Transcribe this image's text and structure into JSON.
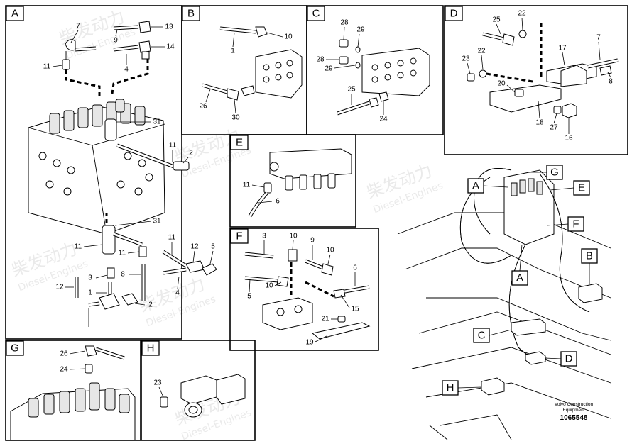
{
  "panels": [
    {
      "letter": "A"
    },
    {
      "letter": "B"
    },
    {
      "letter": "C"
    },
    {
      "letter": "D"
    },
    {
      "letter": "E"
    },
    {
      "letter": "F"
    },
    {
      "letter": "G"
    },
    {
      "letter": "H"
    }
  ],
  "callouts": {
    "A": [
      "7",
      "13",
      "9",
      "14",
      "11",
      "4",
      "31",
      "11",
      "2",
      "31",
      "11",
      "11",
      "12",
      "5",
      "11",
      "3",
      "8",
      "12",
      "1",
      "2",
      "4"
    ],
    "B": [
      "10",
      "1",
      "26",
      "30"
    ],
    "C": [
      "28",
      "29",
      "28",
      "29",
      "25",
      "24"
    ],
    "D": [
      "25",
      "22",
      "7",
      "17",
      "23",
      "22",
      "8",
      "20",
      "18",
      "27",
      "16"
    ],
    "E": [
      "11",
      "6"
    ],
    "F": [
      "3",
      "10",
      "9",
      "10",
      "6",
      "5",
      "10",
      "15",
      "21",
      "19"
    ],
    "G": [
      "26",
      "24"
    ],
    "H": [
      "23"
    ]
  },
  "overview_labels": [
    "A",
    "G",
    "E",
    "F",
    "B",
    "A",
    "C",
    "D",
    "H"
  ],
  "watermark": {
    "cn": "柴发动力",
    "en": "Diesel-Engines"
  },
  "footer": {
    "line1": "Volvo Construction",
    "line2": "Equipment",
    "doc_number": "1065548"
  }
}
